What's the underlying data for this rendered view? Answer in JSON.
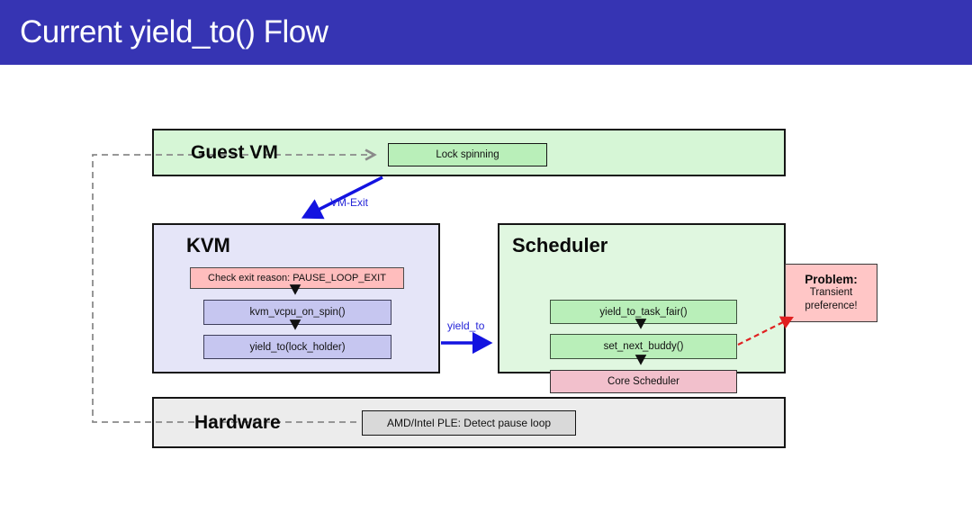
{
  "slide": {
    "title": "Current yield_to() Flow"
  },
  "diagram": {
    "guest_vm": {
      "title": "Guest VM",
      "lock_spinning": "Lock spinning"
    },
    "kvm": {
      "title": "KVM",
      "check_exit": "Check exit reason: PAUSE_LOOP_EXIT",
      "vcpu_on_spin": "kvm_vcpu_on_spin()",
      "yield_to_holder": "yield_to(lock_holder)"
    },
    "scheduler": {
      "title": "Scheduler",
      "task_fair": "yield_to_task_fair()",
      "set_next_buddy": "set_next_buddy()",
      "core_scheduler": "Core Scheduler"
    },
    "hardware": {
      "title": "Hardware",
      "ple": "AMD/Intel PLE: Detect pause loop"
    },
    "problem": {
      "title": "Problem:",
      "line1": "Transient",
      "line2": "preference!"
    },
    "labels": {
      "vm_exit": "VM-Exit",
      "yield_to": "yield_to"
    },
    "colors": {
      "header_bg": "#3634b3",
      "header_text": "#ffffff",
      "arrow_blue": "#1313e0",
      "arrow_red": "#e02020",
      "dashed_gray": "#8a8a8a",
      "guest_fill": "#d6f6d6",
      "kvm_fill": "#e5e5f8",
      "scheduler_fill": "#e0f7e0",
      "hardware_fill": "#ececec",
      "pink_step_fill": "#ffbdbd",
      "lavender_step_fill": "#c6c6f0",
      "green_step_fill": "#b9efb9",
      "core_scheduler_fill": "#f2c0cc",
      "problem_fill": "#ffc6c6"
    }
  }
}
